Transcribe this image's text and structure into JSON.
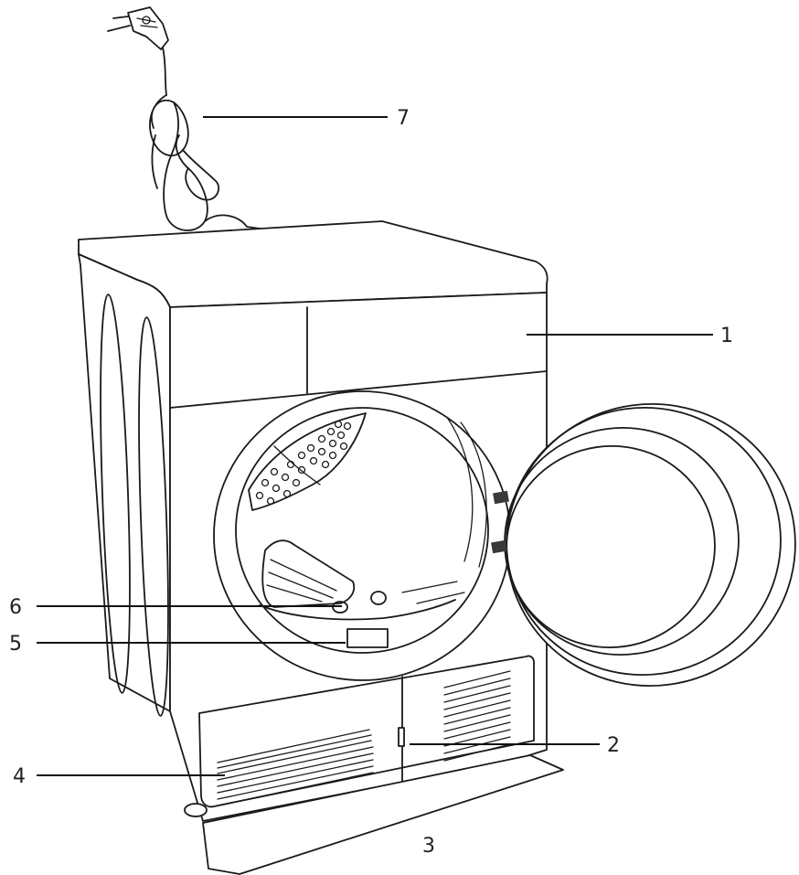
{
  "callouts": [
    {
      "id": "1",
      "text": "1"
    },
    {
      "id": "2",
      "text": "2"
    },
    {
      "id": "3",
      "text": "3"
    },
    {
      "id": "4",
      "text": "4"
    },
    {
      "id": "5",
      "text": "5"
    },
    {
      "id": "6",
      "text": "6"
    },
    {
      "id": "7",
      "text": "7"
    }
  ],
  "colors": {
    "line": "#1a1a1a",
    "background": "#ffffff"
  }
}
